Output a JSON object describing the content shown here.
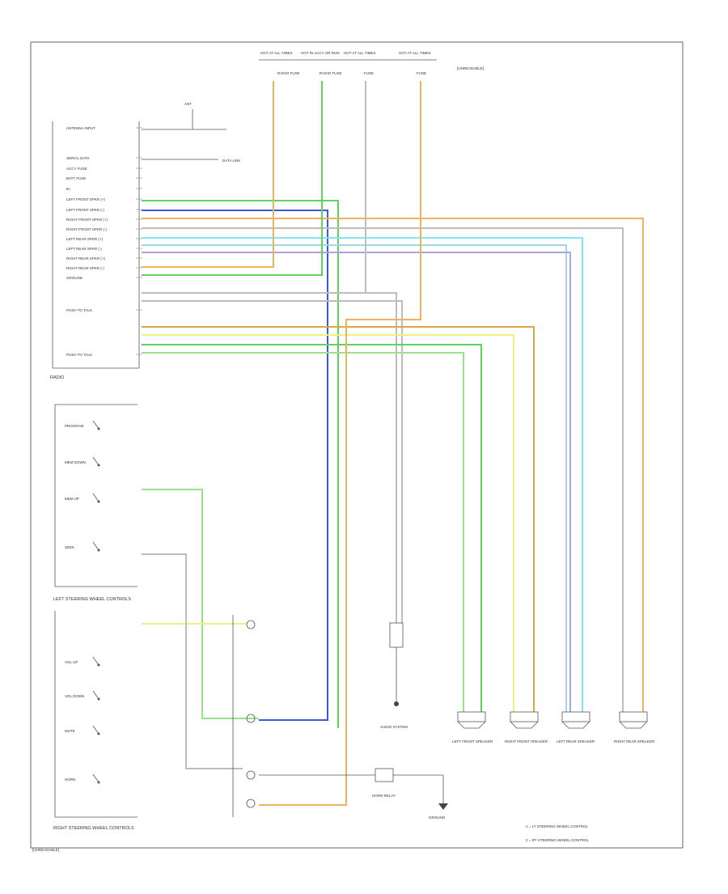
{
  "colors": {
    "green": "#5ed35e",
    "lightgreen": "#9be08f",
    "blue": "#3a5bd6",
    "orange": "#f0b25a",
    "darkorange": "#d9a845",
    "grey": "#bdbdbd",
    "lightblue": "#9fd9e9",
    "cyan": "#7fe7f2",
    "lavender": "#a9a4e0",
    "yellow": "#f2ee80",
    "black": "#333333"
  },
  "text": {
    "top_fuses": [
      "HOT AT ALL TIMES",
      "HOT IN ACCY OR RUN",
      "HOT AT ALL TIMES",
      "HOT AT ALL TIMES"
    ],
    "top_fuse_details": [
      "RADIO FUSE",
      "RADIO FUSE",
      "FUSE",
      "FUSE"
    ],
    "top_note": "[UNREADABLE]",
    "radio_pins_left": [
      "ANTENNA INPUT",
      "SERIAL DATA",
      "ACCY FUSE",
      "BATT FUSE",
      "B+",
      "LEFT FRONT SPKR (+)",
      "LEFT FRONT SPKR (-)",
      "RIGHT FRONT SPKR (+)",
      "RIGHT FRONT SPKR (-)",
      "LEFT REAR SPKR (+)",
      "LEFT REAR SPKR (-)",
      "RIGHT REAR SPKR (+)",
      "RIGHT REAR SPKR (-)",
      "GROUND",
      "PUSH TO TALK",
      "PUSH TO TALK"
    ],
    "radio_label": "RADIO",
    "steering_labels": [
      "LEFT STEERING WHEEL CONTROLS",
      "RIGHT STEERING WHEEL CONTROLS"
    ],
    "bottom_labels": [
      "AUDIO SYSTEM",
      "LEFT FRONT SPEAKER",
      "RIGHT FRONT SPEAKER",
      "LEFT REAR SPEAKER",
      "RIGHT REAR SPEAKER",
      "HORN RELAY",
      "GROUND"
    ],
    "legend": [
      "1 = LT STEERING WHEEL CONTROL",
      "2 = RT STEERING WHEEL CONTROL"
    ],
    "footer_code": "[UNREADABLE]"
  }
}
